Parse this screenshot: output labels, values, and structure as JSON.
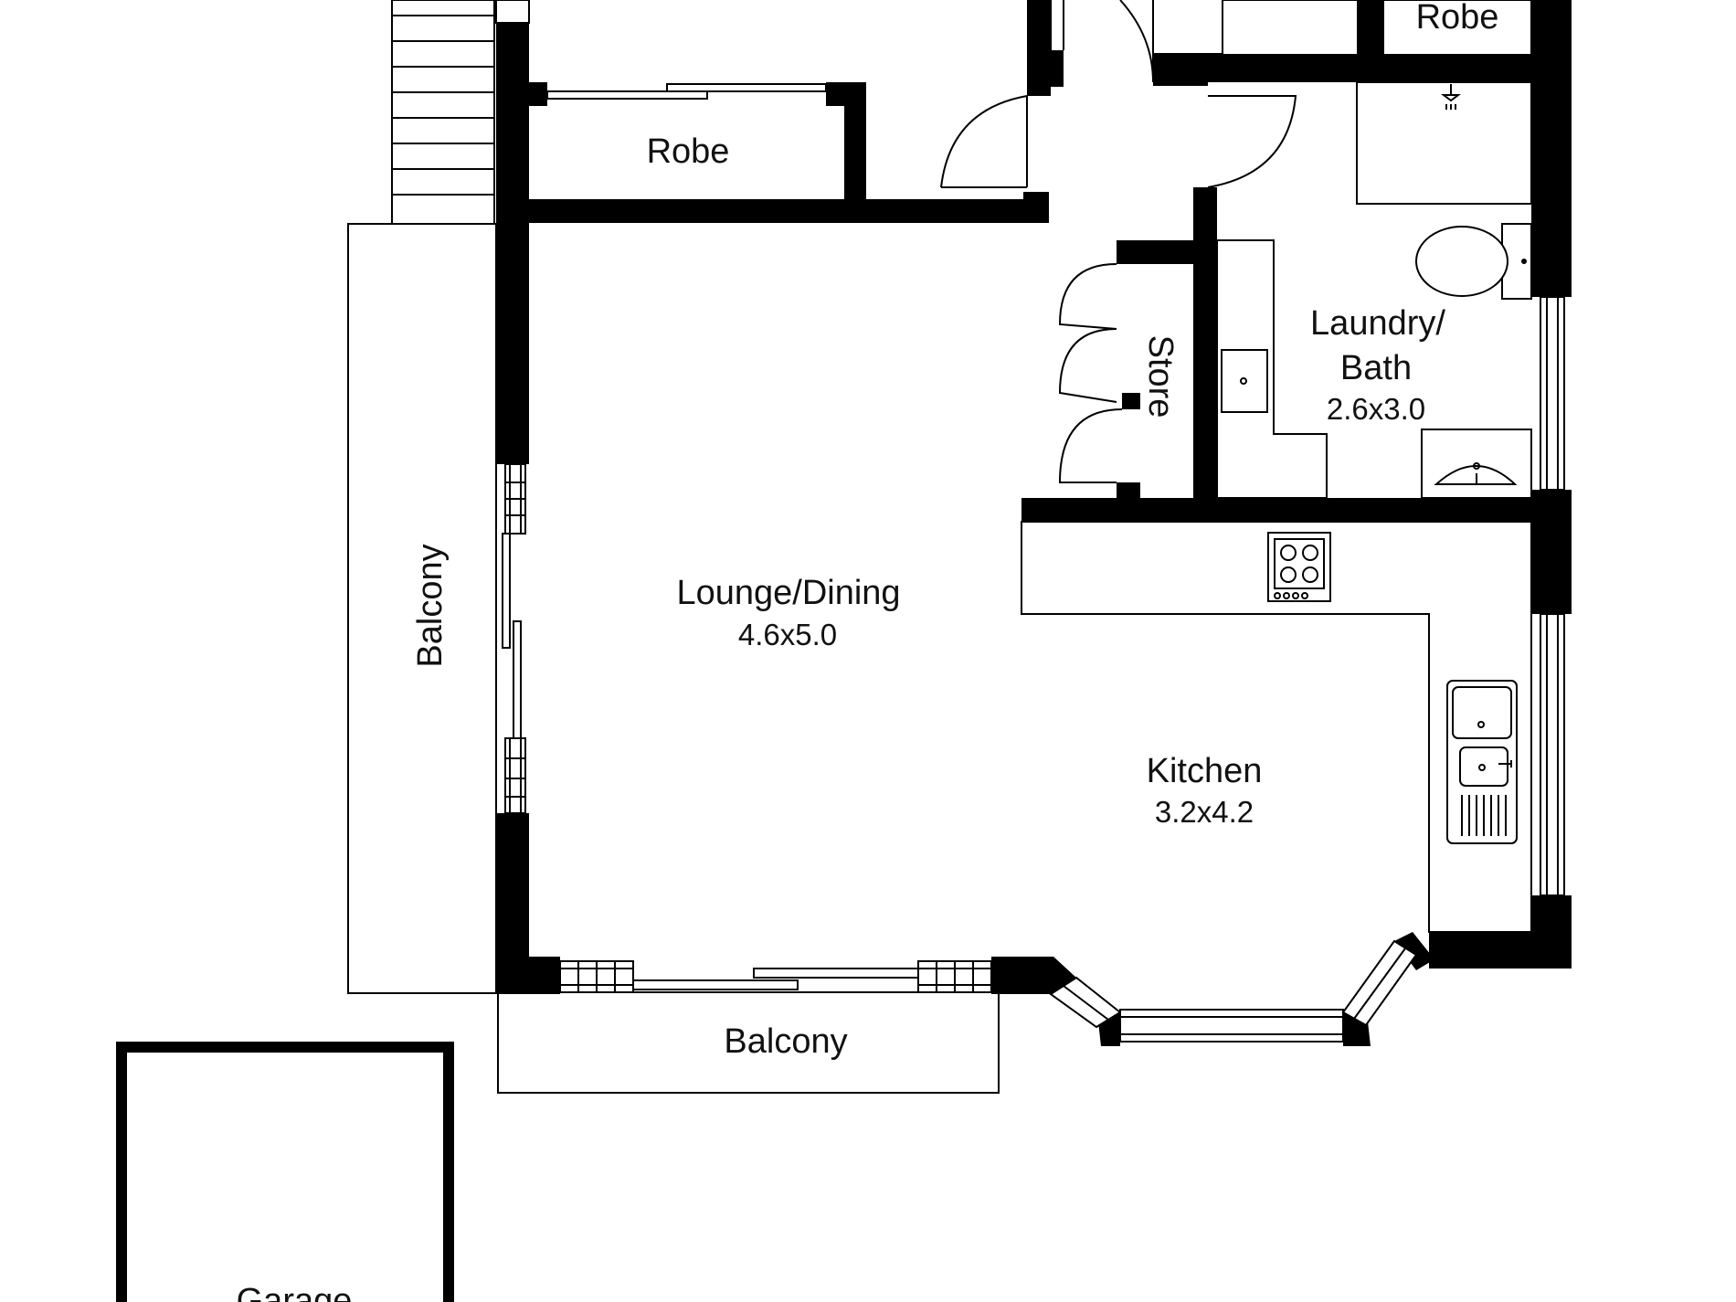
{
  "floorplan": {
    "colors": {
      "wall": "#000000",
      "background": "#ffffff",
      "text": "#111111"
    },
    "rooms": {
      "robe_top_right": {
        "name": "Robe"
      },
      "robe_left": {
        "name": "Robe"
      },
      "laundry_bath": {
        "name_line1": "Laundry/",
        "name_line2": "Bath",
        "dimensions": "2.6x3.0"
      },
      "store": {
        "name": "Store"
      },
      "lounge_dining": {
        "name": "Lounge/Dining",
        "dimensions": "4.6x5.0"
      },
      "kitchen": {
        "name": "Kitchen",
        "dimensions": "3.2x4.2"
      },
      "balcony_side": {
        "name": "Balcony"
      },
      "balcony_bottom": {
        "name": "Balcony"
      },
      "garage": {
        "name": "Garage"
      }
    }
  }
}
